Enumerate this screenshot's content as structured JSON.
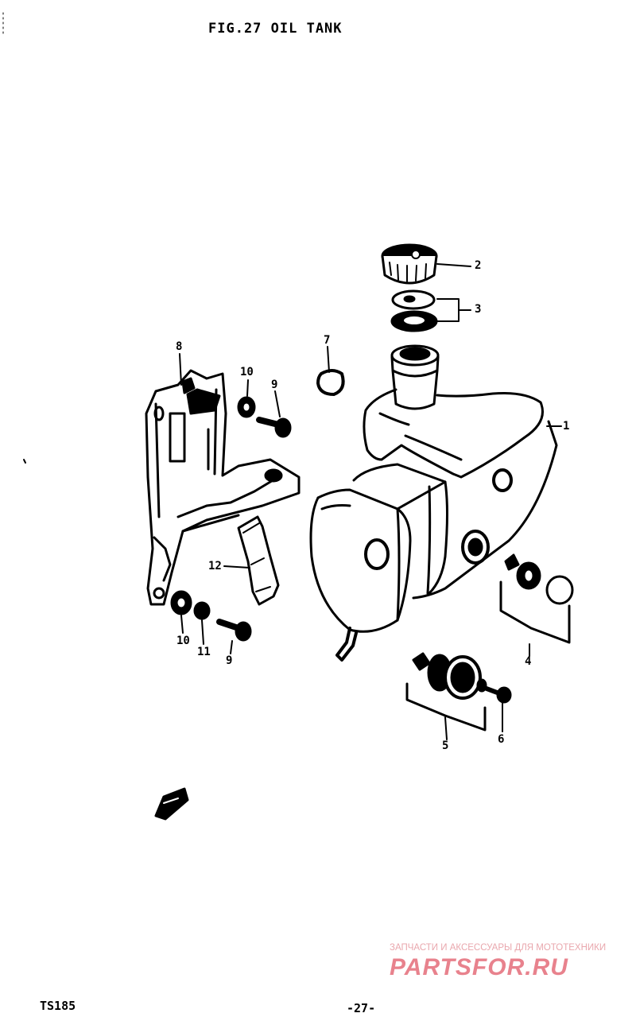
{
  "figure": {
    "title": "FIG.27  OIL TANK"
  },
  "callouts": {
    "c1": "1",
    "c2": "2",
    "c3": "3",
    "c4": "4",
    "c5": "5",
    "c6": "6",
    "c7": "7",
    "c8": "8",
    "c9_top": "9",
    "c9_bottom": "9",
    "c10_top": "10",
    "c10_bottom": "10",
    "c11": "11",
    "c12": "12"
  },
  "footer": {
    "model": "TS185",
    "page": "-27-"
  },
  "watermark": {
    "tagline": "ЗАПЧАСТИ И АКСЕССУАРЫ ДЛЯ МОТОТЕХНИКИ",
    "logo": "PARTSFOR.RU"
  }
}
